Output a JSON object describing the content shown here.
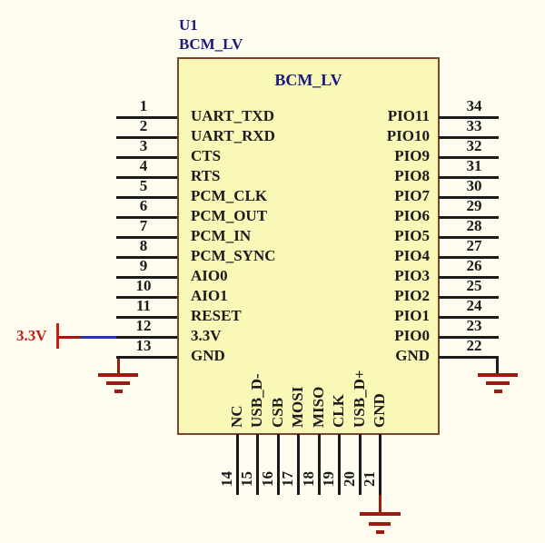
{
  "component": {
    "refdes": "U1",
    "part_name": "BCM_LV",
    "chip_title": "BCM_LV"
  },
  "power": {
    "label": "3.3V"
  },
  "pins": {
    "left": [
      {
        "num": "1",
        "label": "UART_TXD"
      },
      {
        "num": "2",
        "label": "UART_RXD"
      },
      {
        "num": "3",
        "label": "CTS"
      },
      {
        "num": "4",
        "label": "RTS"
      },
      {
        "num": "5",
        "label": "PCM_CLK"
      },
      {
        "num": "6",
        "label": "PCM_OUT"
      },
      {
        "num": "7",
        "label": "PCM_IN"
      },
      {
        "num": "8",
        "label": "PCM_SYNC"
      },
      {
        "num": "9",
        "label": "AIO0"
      },
      {
        "num": "10",
        "label": "AIO1"
      },
      {
        "num": "11",
        "label": "RESET"
      },
      {
        "num": "12",
        "label": "3.3V"
      },
      {
        "num": "13",
        "label": "GND"
      }
    ],
    "right": [
      {
        "num": "34",
        "label": "PIO11"
      },
      {
        "num": "33",
        "label": "PIO10"
      },
      {
        "num": "32",
        "label": "PIO9"
      },
      {
        "num": "31",
        "label": "PIO8"
      },
      {
        "num": "30",
        "label": "PIO7"
      },
      {
        "num": "29",
        "label": "PIO6"
      },
      {
        "num": "28",
        "label": "PIO5"
      },
      {
        "num": "27",
        "label": "PIO4"
      },
      {
        "num": "26",
        "label": "PIO3"
      },
      {
        "num": "25",
        "label": "PIO2"
      },
      {
        "num": "24",
        "label": "PIO1"
      },
      {
        "num": "23",
        "label": "PIO0"
      },
      {
        "num": "22",
        "label": "GND"
      }
    ],
    "bottom": [
      {
        "num": "14",
        "label": "NC"
      },
      {
        "num": "15",
        "label": "USB_D-"
      },
      {
        "num": "16",
        "label": "CSB"
      },
      {
        "num": "17",
        "label": "MOSI"
      },
      {
        "num": "18",
        "label": "MISO"
      },
      {
        "num": "19",
        "label": "CLK"
      },
      {
        "num": "20",
        "label": "USB_D+"
      },
      {
        "num": "21",
        "label": "GND"
      }
    ]
  },
  "colors": {
    "background": "#fdfcee",
    "chip_fill": "#faf8b6",
    "chip_border": "#7c452b",
    "wire_black": "#1b1b1b",
    "wire_blue": "#2936a6",
    "ground_red": "#9b1b10",
    "power_red": "#c22017",
    "title_navy": "#1b1a7d"
  }
}
